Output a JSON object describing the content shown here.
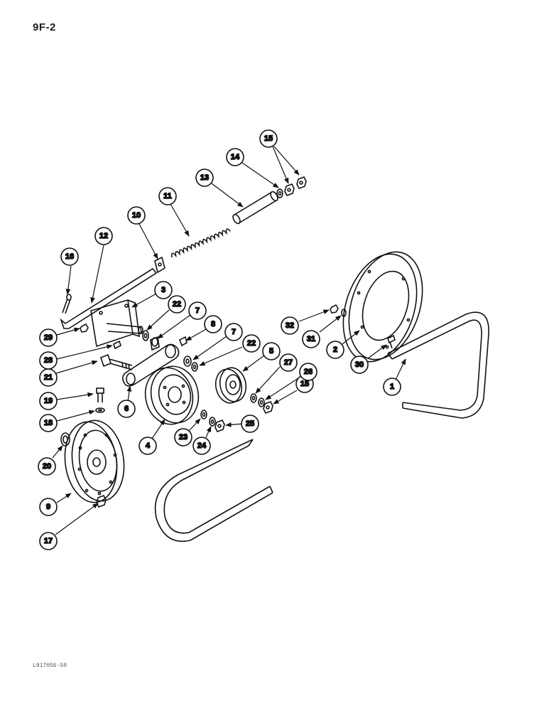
{
  "page_id": "9F-2",
  "figure_code": "L917056-50",
  "callouts": [
    {
      "id": "c1",
      "label": "1"
    },
    {
      "id": "c2",
      "label": "2"
    },
    {
      "id": "c3",
      "label": "3"
    },
    {
      "id": "c4",
      "label": "4"
    },
    {
      "id": "c5",
      "label": "5"
    },
    {
      "id": "c6",
      "label": "6"
    },
    {
      "id": "c7a",
      "label": "7"
    },
    {
      "id": "c7b",
      "label": "7"
    },
    {
      "id": "c8",
      "label": "8"
    },
    {
      "id": "c9",
      "label": "9"
    },
    {
      "id": "c10",
      "label": "10"
    },
    {
      "id": "c11",
      "label": "11"
    },
    {
      "id": "c12",
      "label": "12"
    },
    {
      "id": "c13",
      "label": "13"
    },
    {
      "id": "c14",
      "label": "14"
    },
    {
      "id": "c15a",
      "label": "15"
    },
    {
      "id": "c15b",
      "label": "15"
    },
    {
      "id": "c16",
      "label": "16"
    },
    {
      "id": "c17",
      "label": "17"
    },
    {
      "id": "c18",
      "label": "18"
    },
    {
      "id": "c19",
      "label": "19"
    },
    {
      "id": "c20",
      "label": "20"
    },
    {
      "id": "c21",
      "label": "21"
    },
    {
      "id": "c22a",
      "label": "22"
    },
    {
      "id": "c22b",
      "label": "22"
    },
    {
      "id": "c23",
      "label": "23"
    },
    {
      "id": "c24",
      "label": "24"
    },
    {
      "id": "c25",
      "label": "25"
    },
    {
      "id": "c26",
      "label": "26"
    },
    {
      "id": "c27",
      "label": "27"
    },
    {
      "id": "c28",
      "label": "28"
    },
    {
      "id": "c29",
      "label": "29"
    },
    {
      "id": "c30",
      "label": "30"
    },
    {
      "id": "c31",
      "label": "31"
    },
    {
      "id": "c32",
      "label": "32"
    }
  ]
}
